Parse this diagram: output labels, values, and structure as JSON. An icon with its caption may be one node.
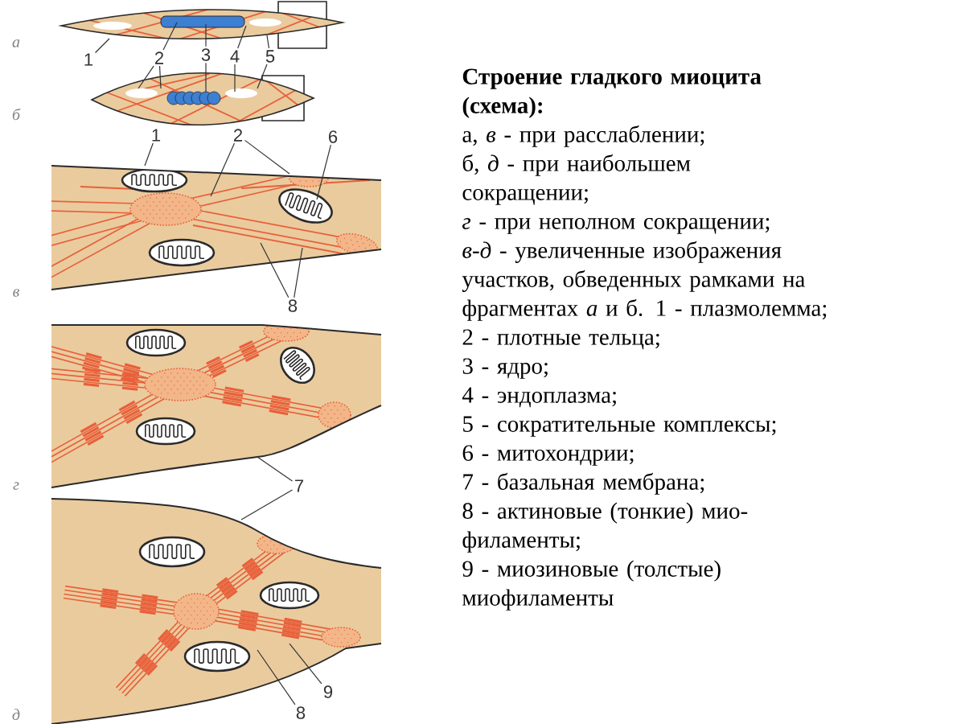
{
  "diagram": {
    "title": "Строение гладкого миоцита (схема):",
    "nodes": [
      {
        "text": [
          "1"
        ]
      },
      {
        "text": [
          "2"
        ]
      },
      {
        "text": [
          "3"
        ]
      },
      {
        "text": [
          "4"
        ]
      },
      {
        "text": [
          "5"
        ]
      },
      {
        "text": [
          "1"
        ]
      },
      {
        "text": [
          "2"
        ]
      },
      {
        "text": [
          "6"
        ]
      },
      {
        "text": [
          "8"
        ]
      },
      {
        "text": [
          "7"
        ]
      },
      {
        "text": [
          "9"
        ]
      },
      {
        "text": [
          "8"
        ]
      },
      {
        "text": [],
        "shape": "picture"
      },
      {
        "text": [],
        "shape": "picture"
      },
      {
        "text": [],
        "shape": "picture"
      },
      {
        "text": [],
        "shape": "picture"
      },
      {
        "text": [],
        "shape": "picture"
      }
    ],
    "edges": [
      {
        "from": 0,
        "to": 12,
        "arrow": "none"
      },
      {
        "from": 1,
        "to": 12,
        "arrow": "none"
      },
      {
        "from": 1,
        "to": 13,
        "arrow": "none"
      },
      {
        "from": 1,
        "to": 13,
        "arrow": "none"
      },
      {
        "from": 2,
        "to": 12,
        "arrow": "none"
      },
      {
        "from": 2,
        "to": 13,
        "arrow": "none"
      },
      {
        "from": 3,
        "to": 12,
        "arrow": "none"
      },
      {
        "from": 3,
        "to": 13,
        "arrow": "none"
      },
      {
        "from": 4,
        "to": 12,
        "arrow": "none"
      },
      {
        "from": 4,
        "to": 13,
        "arrow": "none"
      },
      {
        "from": 5,
        "to": 14,
        "arrow": "none"
      },
      {
        "from": 6,
        "to": 14,
        "arrow": "none"
      },
      {
        "from": 6,
        "to": 14,
        "arrow": "none"
      },
      {
        "from": 7,
        "to": 14,
        "arrow": "none"
      },
      {
        "from": 8,
        "to": 14,
        "arrow": "none"
      },
      {
        "from": 8,
        "to": 14,
        "arrow": "none"
      },
      {
        "from": 9,
        "to": 15,
        "arrow": "none"
      },
      {
        "from": 9,
        "to": 16,
        "arrow": "none"
      },
      {
        "from": 10,
        "to": 16,
        "arrow": "none"
      },
      {
        "from": 11,
        "to": 16,
        "arrow": "none"
      }
    ],
    "labels": [
      "а",
      "б",
      "в",
      "г",
      "д",
      "а, *в* - при расслаблении;",
      "б, *д* - при наибольшем сокращении;",
      "*г* - при неполном сокращении;",
      "*в-д* - увеличенные изображения участков, обведенных рамками на фрагментах *а* и б. 1 - плазмолемма;",
      "2 - плотные тельца;",
      "3 - ядро;",
      "4 - эндоплазма;",
      "5 - сократительные комплексы;",
      "6 - митохондрии;",
      "7 - базальная мембрана;",
      "8 - актиновые (тонкие) мио-филаменты;",
      "9 - миозиновые (толстые) миофиламенты"
    ]
  }
}
